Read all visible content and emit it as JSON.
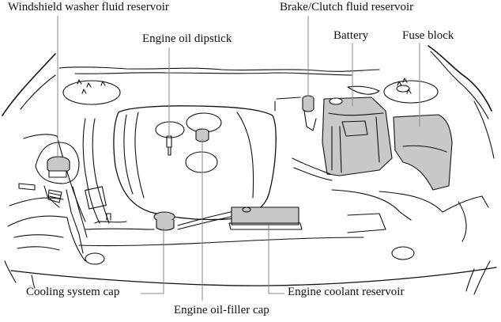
{
  "diagram": {
    "title": "Engine compartment overview",
    "colors": {
      "line": "#111111",
      "leader": "#8a8a8a",
      "fill_highlight": "#c8c8c8",
      "background": "#ffffff"
    },
    "labels": {
      "washer": "Windshield washer fluid reservoir",
      "dipstick": "Engine oil dipstick",
      "brake": "Brake/Clutch fluid reservoir",
      "battery": "Battery",
      "fuse": "Fuse block",
      "cooling_cap": "Cooling system cap",
      "oil_filler": "Engine oil-filler cap",
      "coolant_res": "Engine coolant reservoir"
    }
  }
}
